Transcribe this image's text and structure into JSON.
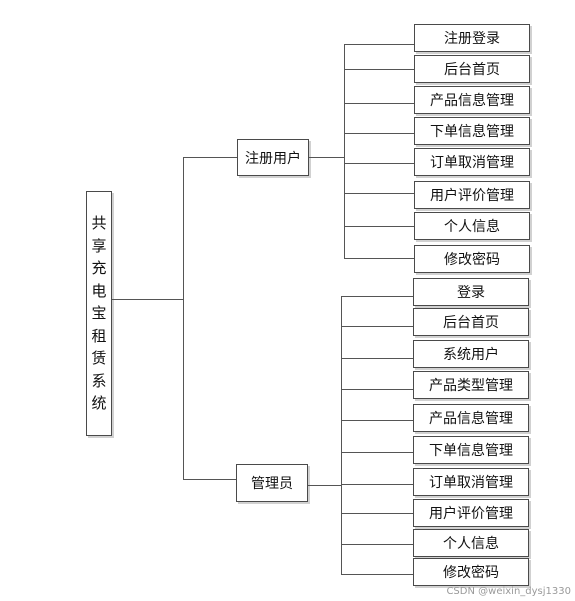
{
  "root": {
    "label": "共享充电宝租赁系统"
  },
  "branches": [
    {
      "key": "user",
      "label": "注册用户",
      "items": [
        "注册登录",
        "后台首页",
        "产品信息管理",
        "下单信息管理",
        "订单取消管理",
        "用户评价管理",
        "个人信息",
        "修改密码"
      ]
    },
    {
      "key": "admin",
      "label": "管理员",
      "items": [
        "登录",
        "后台首页",
        "系统用户",
        "产品类型管理",
        "产品信息管理",
        "下单信息管理",
        "订单取消管理",
        "用户评价管理",
        "个人信息",
        "修改密码"
      ]
    }
  ],
  "watermark": "CSDN @weixin_dysj1330"
}
